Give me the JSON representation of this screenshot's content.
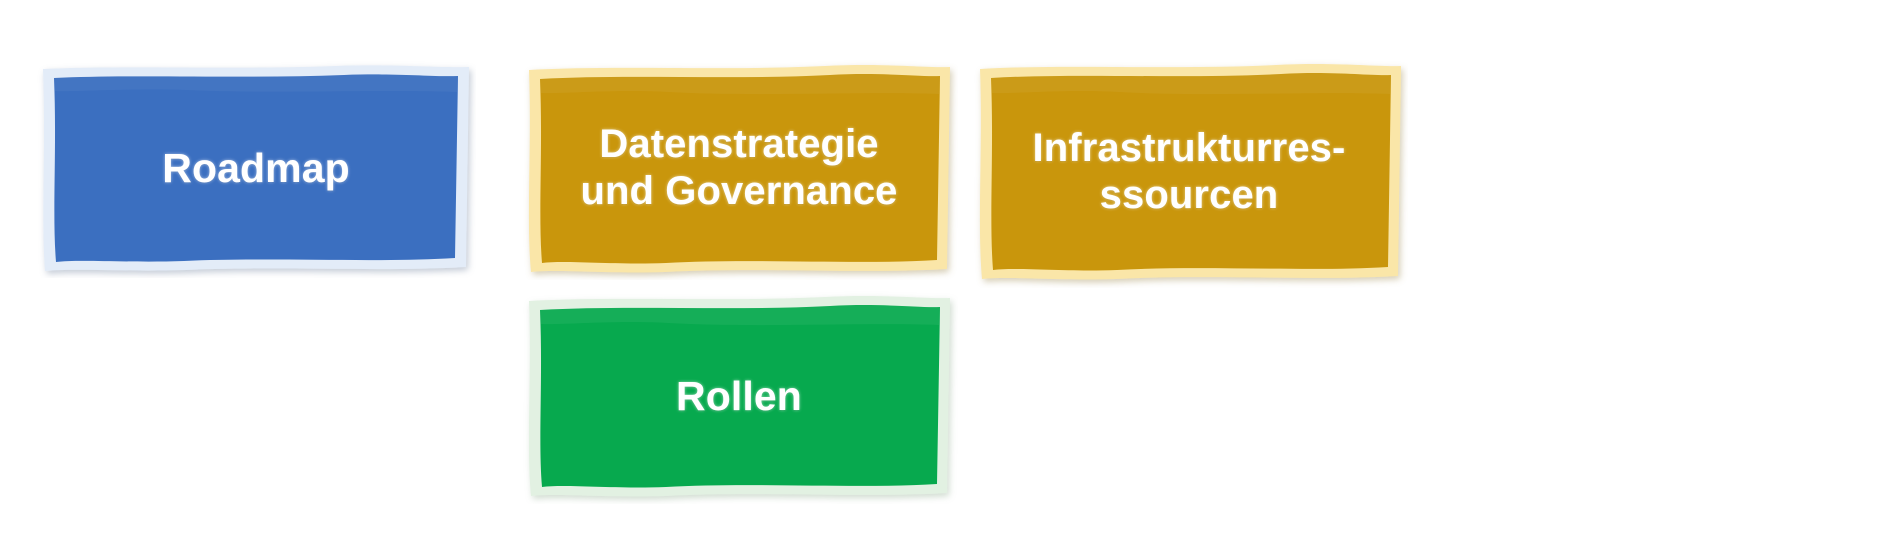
{
  "diagram": {
    "type": "smartart-block-diagram",
    "background_color": "#ffffff",
    "title": "",
    "nodes": [
      {
        "id": "roadmap",
        "label": "Roadmap",
        "fill_color": "#3B6FC0",
        "border_color": "#DCE6F4",
        "text_color": "#FFFFFF",
        "row": 1,
        "column": 1
      },
      {
        "id": "datenstrategie",
        "label": "Datenstrategie\nund Governance",
        "fill_color": "#C9960C",
        "border_color": "#FBE8B0",
        "text_color": "#FFFFFF",
        "row": 1,
        "column": 2
      },
      {
        "id": "infrastruktur",
        "label": "Infrastrukturres-\nssourcen",
        "fill_color": "#C9960C",
        "border_color": "#FBE8B0",
        "text_color": "#FFFFFF",
        "row": 1,
        "column": 3
      },
      {
        "id": "rollen",
        "label": "Rollen",
        "fill_color": "#07A94E",
        "border_color": "#DFF0DF",
        "text_color": "#FFFFFF",
        "row": 2,
        "column": 2
      }
    ]
  }
}
